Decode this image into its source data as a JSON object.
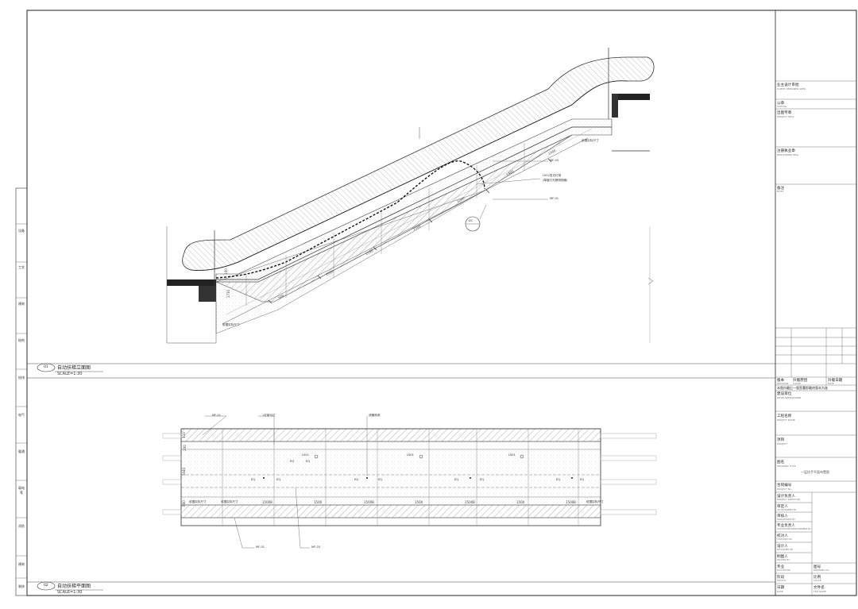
{
  "side_labels": [
    "设备",
    "工艺",
    "建筑",
    "结构",
    "给排",
    "电气",
    "暖通",
    "弱电等",
    "消防",
    "建筑",
    "装饰"
  ],
  "elevation": {
    "number": "01",
    "title": "自动扶梯立面图",
    "scale": "SCALE=1:30",
    "labels": {
      "site_measure_top": "依据实际尺寸",
      "site_measure_bottom": "依据实际尺寸",
      "led_strip": "L002发光灯带",
      "led_strip_note": "(厚度灯光照明规格)",
      "mf03": "MF-03",
      "mf01": "MF-01",
      "detail_no": "D1",
      "dim_1000": "1000",
      "dim_1200": "1200",
      "dim_1500": "1500",
      "dim_1100": "1100",
      "dim_500": "500",
      "dim_1400": "1400",
      "dim_1160": "1160",
      "dim_1730": "1730",
      "dim_100": "100"
    }
  },
  "plan": {
    "number": "02",
    "title": "自动扶梯平面图",
    "scale": "SCALE=1:30",
    "labels": {
      "mf01": "MF-01",
      "mf01b": "MF-01",
      "mf03": "MF-03",
      "rail_light": "1灯带马灯",
      "sprinkler": "滤器喷淋",
      "l001": "L001",
      "eq": "EQ",
      "site_measure": "依据实际尺寸",
      "dim_1500": "1500",
      "dim_1500b": "1500B",
      "dim_410": "410",
      "dim_200": "200",
      "dim_1640": "1640",
      "dim_800": "800"
    }
  },
  "title_block": {
    "client_design_review": "业主设计审批",
    "client_design_review_en": "CLIENT DESIGNER APPR.",
    "seal": "公章",
    "seal_en": "SCHOOL",
    "project_seal": "出图专章",
    "project_seal_en": "PROJECT SEAL",
    "registered_seal": "注册执业章",
    "registered_seal_en": "REGISTERED SEAL",
    "notes": "备注",
    "notes_en": "NOTE",
    "revision": "版本",
    "revision_en": "REVISION",
    "revision_reason": "升版原因",
    "revision_reason_en": "CAUSE",
    "revision_date": "升版日期",
    "revision_date_en": "DATE",
    "latest_rule": "本图内最后一版签署即最终版本为准",
    "developer": "建设单位",
    "developer_en": "DEVELOPER/OWNER",
    "project_name": "工程名称",
    "project_name_en": "PROJECT NAME",
    "sub_project": "项目",
    "sub_project_en": "PROJECT",
    "drawing_title": "图名",
    "drawing_title_en": "DRAWING TITLE",
    "drawing_title_value": "一层扶手平面布置图",
    "contract_no": "合同编号",
    "contract_no_en": "PROJECT No.",
    "project_director": "设计负责人",
    "project_director_en": "PROJECT DIRECTOR",
    "approver": "审定人",
    "approver_en": "AUTHORIZED BY",
    "reviewer": "审核人",
    "reviewer_en": "PROCESSED BY",
    "discipline_lead": "专业负责人",
    "discipline_lead_en": "DISCIPLINE RESPONSIBLE BY",
    "checker": "校对人",
    "checker_en": "CHECKED BY",
    "designer": "设计人",
    "designer_en": "DESIGNED BY",
    "drafter": "制图人",
    "drafter_en": "DRAWN BY",
    "discipline": "专业",
    "discipline_en": "DISCIPLINE",
    "drawing_no": "图号",
    "drawing_no_en": "DRAWING No.",
    "phase": "阶段",
    "phase_en": "STATUS",
    "scale": "比例",
    "scale_en": "SCALE",
    "date": "日期",
    "date_en": "DATE",
    "file_name": "文件名",
    "file_name_en": "FILE NAME"
  }
}
